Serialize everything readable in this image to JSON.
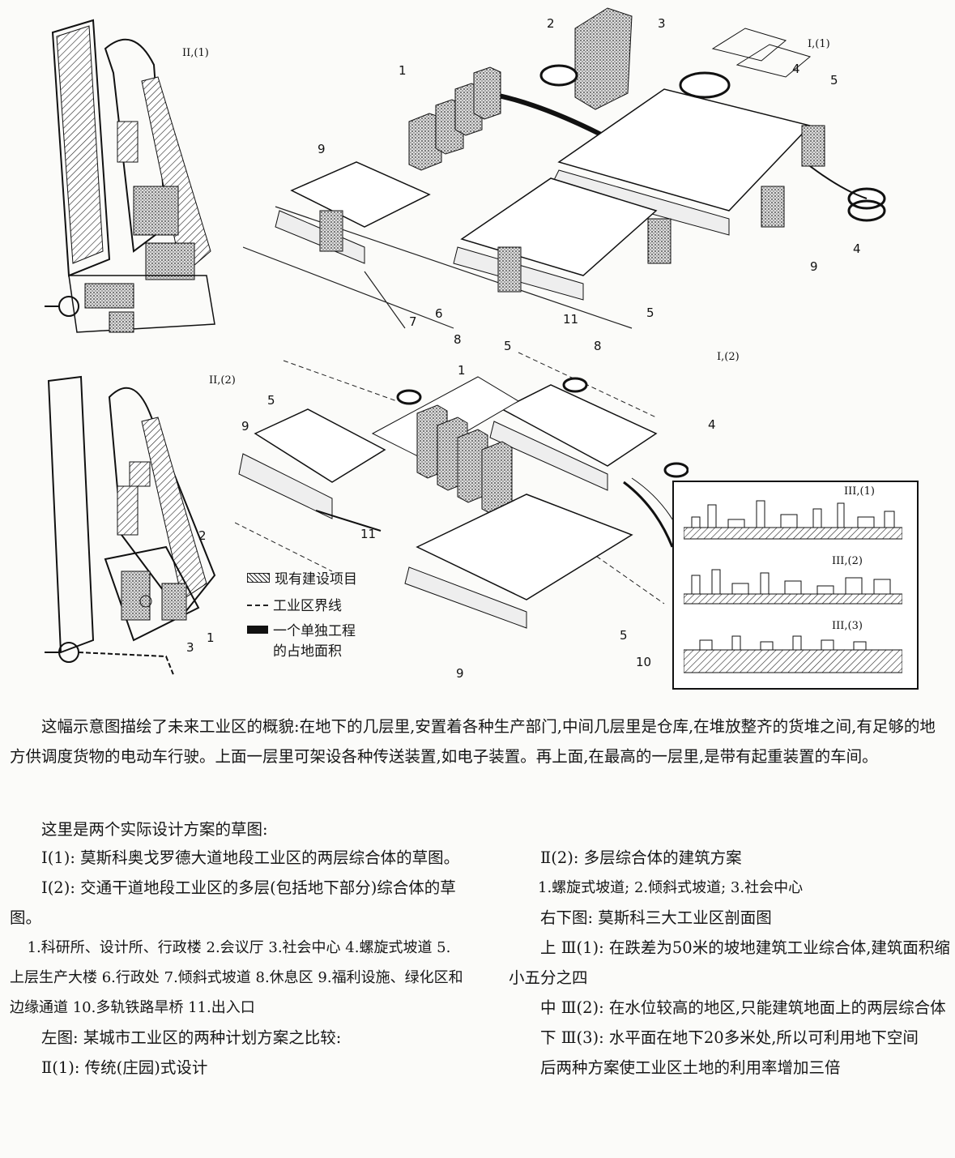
{
  "figure": {
    "panel_labels": {
      "p1": "II,(1)",
      "p2": "I,(1)",
      "p3": "II,(2)",
      "p4": "I,(2)",
      "s1": "III,(1)",
      "s2": "III,(2)",
      "s3": "III,(3)"
    },
    "callouts_top": [
      {
        "n": "1"
      },
      {
        "n": "2"
      },
      {
        "n": "3"
      },
      {
        "n": "4"
      },
      {
        "n": "5"
      },
      {
        "n": "9"
      },
      {
        "n": "4"
      },
      {
        "n": "9"
      },
      {
        "n": "5"
      },
      {
        "n": "6"
      },
      {
        "n": "7"
      },
      {
        "n": "11"
      }
    ],
    "callouts_bottom": [
      {
        "n": "8"
      },
      {
        "n": "5"
      },
      {
        "n": "8"
      },
      {
        "n": "1"
      },
      {
        "n": "5"
      },
      {
        "n": "9"
      },
      {
        "n": "4"
      },
      {
        "n": "11"
      },
      {
        "n": "5"
      },
      {
        "n": "10"
      },
      {
        "n": "9"
      }
    ],
    "callouts_left": [
      {
        "n": "2"
      },
      {
        "n": "3"
      },
      {
        "n": "1"
      }
    ],
    "legend": {
      "existing": "现有建设项目",
      "boundary": "工业区界线",
      "project_1": "一个单独工程",
      "project_2": "的占地面积"
    }
  },
  "text": {
    "p1": "这幅示意图描绘了未来工业区的概貌:在地下的几层里,安置着各种生产部门,中间几层里是仓库,在堆放整齐的货堆之间,有足够的地方供调度货物的电动车行驶。上面一层里可架设各种传送装置,如电子装置。再上面,在最高的一层里,是带有起重装置的车间。",
    "p2": "这里是两个实际设计方案的草图:",
    "left": [
      {
        "t": "Ⅰ(1): 莫斯科奥戈罗德大道地段工业区的两层综合体的草图。",
        "ind": true
      },
      {
        "t": "Ⅰ(2): 交通干道地段工业区的多层(包括地下部分)综合体的草图。",
        "ind": true
      },
      {
        "t": "1.科研所、设计所、行政楼 2.会议厅 3.社会中心 4.螺旋式坡道 5.上层生产大楼 6.行政处 7.倾斜式坡道 8.休息区 9.福利设施、绿化区和边缘通道 10.多轨铁路旱桥 11.出入口",
        "ind": false,
        "small": true
      },
      {
        "t": "左图: 某城市工业区的两种计划方案之比较:",
        "ind": true
      },
      {
        "t": "Ⅱ(1): 传统(庄园)式设计",
        "ind": true
      }
    ],
    "right": [
      {
        "t": "Ⅱ(2): 多层综合体的建筑方案",
        "ind": true
      },
      {
        "t": "1.螺旋式坡道; 2.倾斜式坡道; 3.社会中心",
        "ind": true,
        "small": true
      },
      {
        "t": "右下图: 莫斯科三大工业区剖面图",
        "ind": true
      },
      {
        "t": "上 Ⅲ(1): 在跌差为50米的坡地建筑工业综合体,建筑面积缩小五分之四",
        "ind": true
      },
      {
        "t": "中 Ⅲ(2): 在水位较高的地区,只能建筑地面上的两层综合体",
        "ind": true
      },
      {
        "t": "下 Ⅲ(3): 水平面在地下20多米处,所以可利用地下空间",
        "ind": true
      },
      {
        "t": "后两种方案使工业区土地的利用率增加三倍",
        "ind": true
      }
    ]
  }
}
